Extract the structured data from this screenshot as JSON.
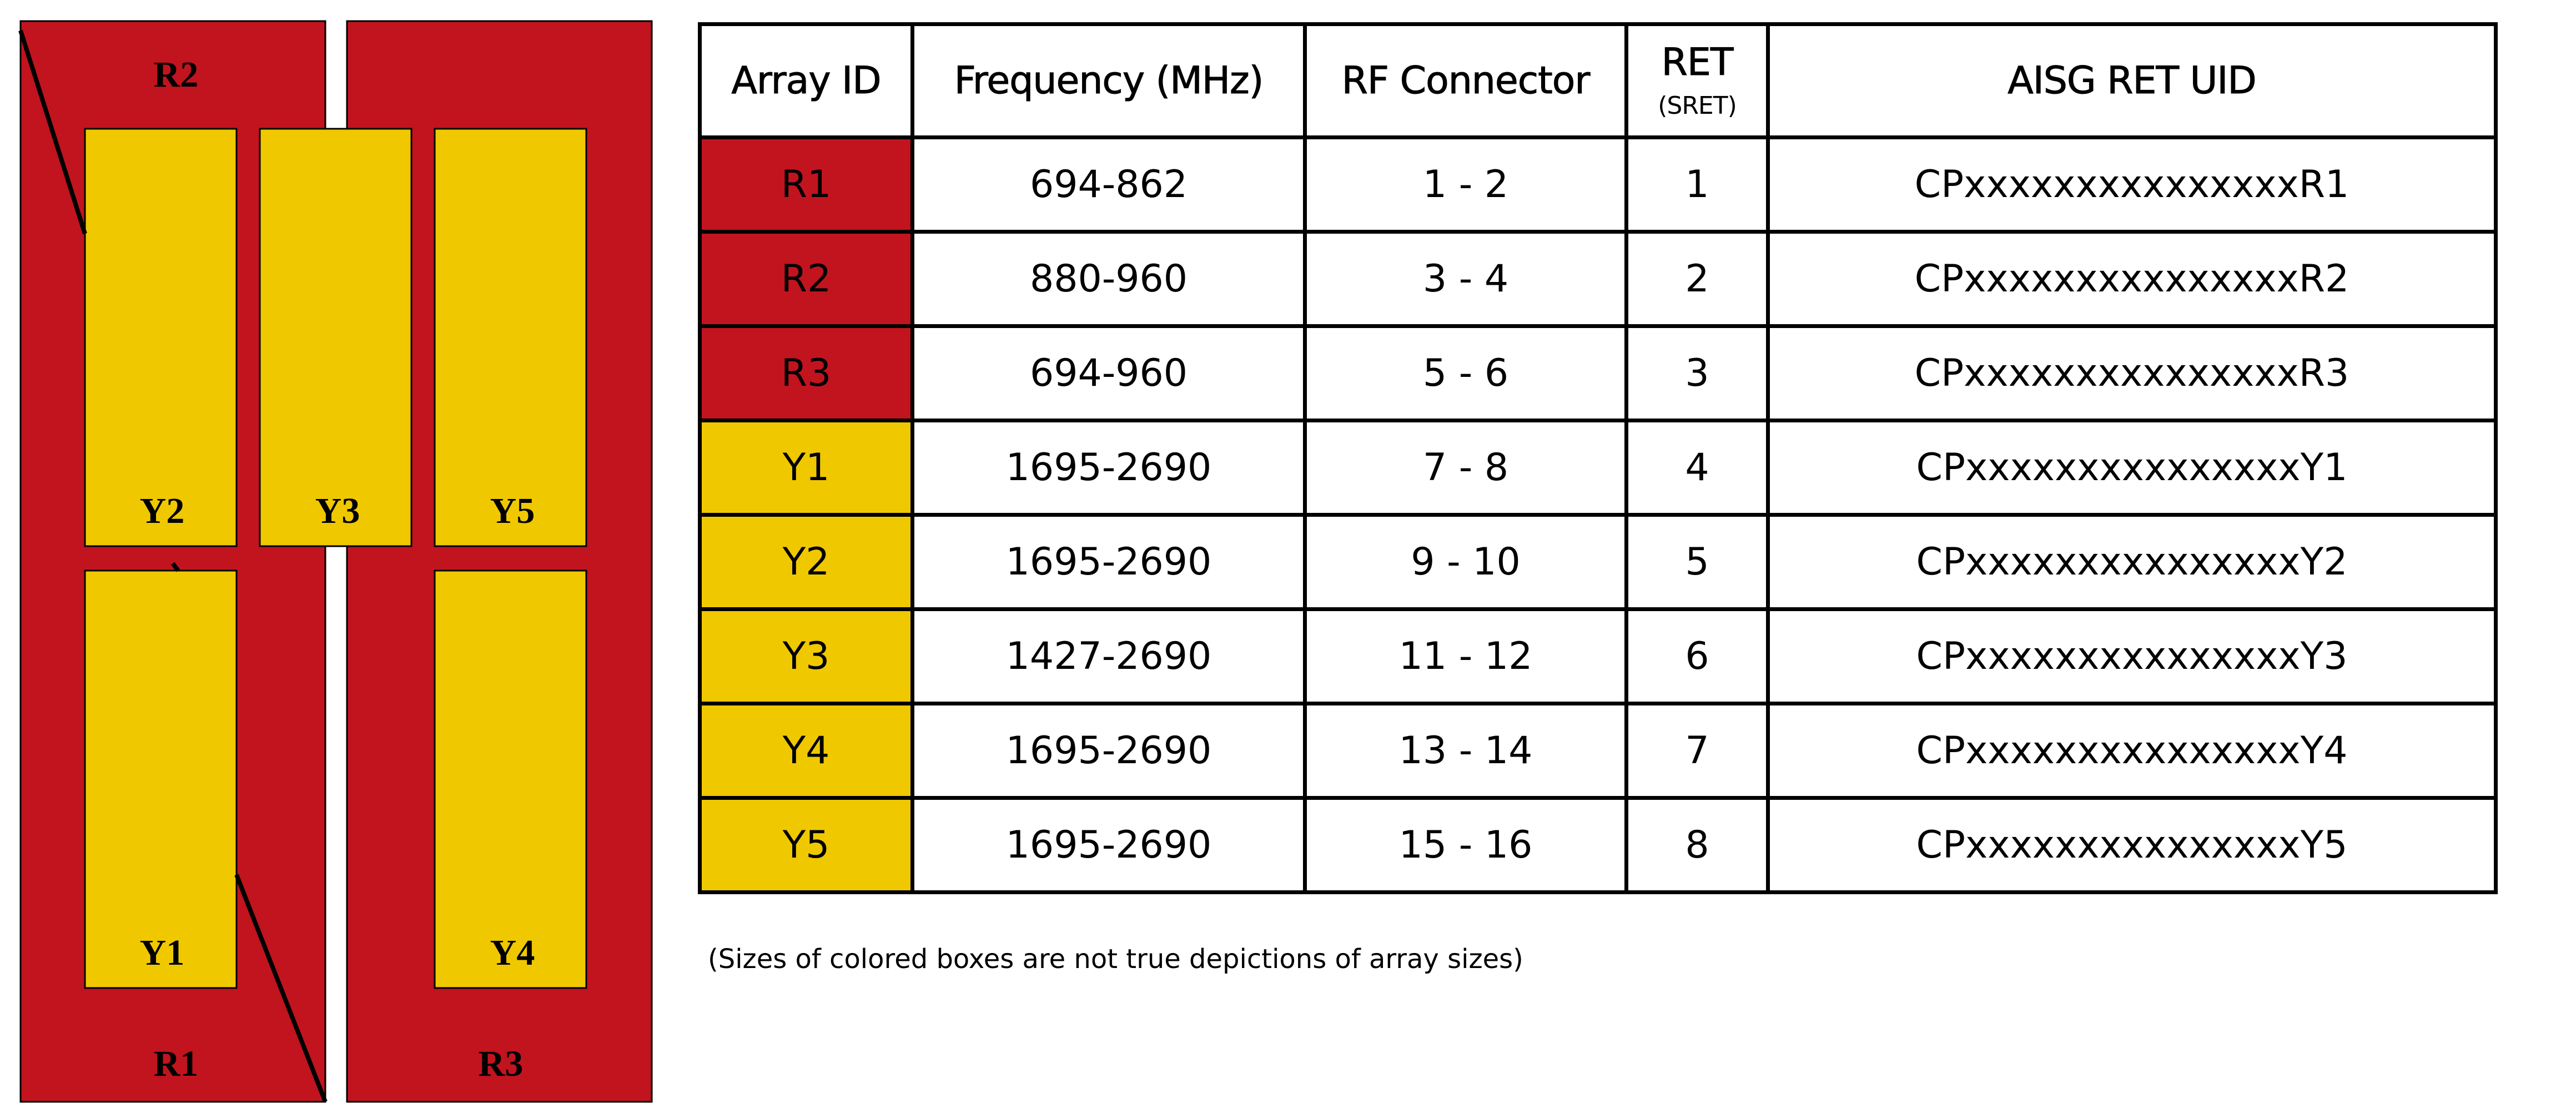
{
  "colors": {
    "red": "#c1141e",
    "yellow": "#f0c800",
    "line": "#000000"
  },
  "diagram": {
    "labels": {
      "R1": "R1",
      "R2": "R2",
      "R3": "R3",
      "Y1": "Y1",
      "Y2": "Y2",
      "Y3": "Y3",
      "Y4": "Y4",
      "Y5": "Y5"
    }
  },
  "table": {
    "headers": {
      "array_id": "Array ID",
      "frequency": "Frequency (MHz)",
      "rf_connector": "RF Connector",
      "ret": "RET",
      "ret_sub": "(SRET)",
      "uid": "AISG RET UID"
    },
    "rows": [
      {
        "array_id": "R1",
        "color": "red",
        "frequency": "694-862",
        "rf_connector": "1 - 2",
        "ret": "1",
        "uid": "CPxxxxxxxxxxxxxxxR1"
      },
      {
        "array_id": "R2",
        "color": "red",
        "frequency": "880-960",
        "rf_connector": "3 - 4",
        "ret": "2",
        "uid": "CPxxxxxxxxxxxxxxxR2"
      },
      {
        "array_id": "R3",
        "color": "red",
        "frequency": "694-960",
        "rf_connector": "5 - 6",
        "ret": "3",
        "uid": "CPxxxxxxxxxxxxxxxR3"
      },
      {
        "array_id": "Y1",
        "color": "yellow",
        "frequency": "1695-2690",
        "rf_connector": "7 - 8",
        "ret": "4",
        "uid": "CPxxxxxxxxxxxxxxxY1"
      },
      {
        "array_id": "Y2",
        "color": "yellow",
        "frequency": "1695-2690",
        "rf_connector": "9 - 10",
        "ret": "5",
        "uid": "CPxxxxxxxxxxxxxxxY2"
      },
      {
        "array_id": "Y3",
        "color": "yellow",
        "frequency": "1427-2690",
        "rf_connector": "11 - 12",
        "ret": "6",
        "uid": "CPxxxxxxxxxxxxxxxY3"
      },
      {
        "array_id": "Y4",
        "color": "yellow",
        "frequency": "1695-2690",
        "rf_connector": "13 - 14",
        "ret": "7",
        "uid": "CPxxxxxxxxxxxxxxxY4"
      },
      {
        "array_id": "Y5",
        "color": "yellow",
        "frequency": "1695-2690",
        "rf_connector": "15 - 16",
        "ret": "8",
        "uid": "CPxxxxxxxxxxxxxxxY5"
      }
    ]
  },
  "footnote": "(Sizes of colored boxes are not true depictions of array sizes)"
}
